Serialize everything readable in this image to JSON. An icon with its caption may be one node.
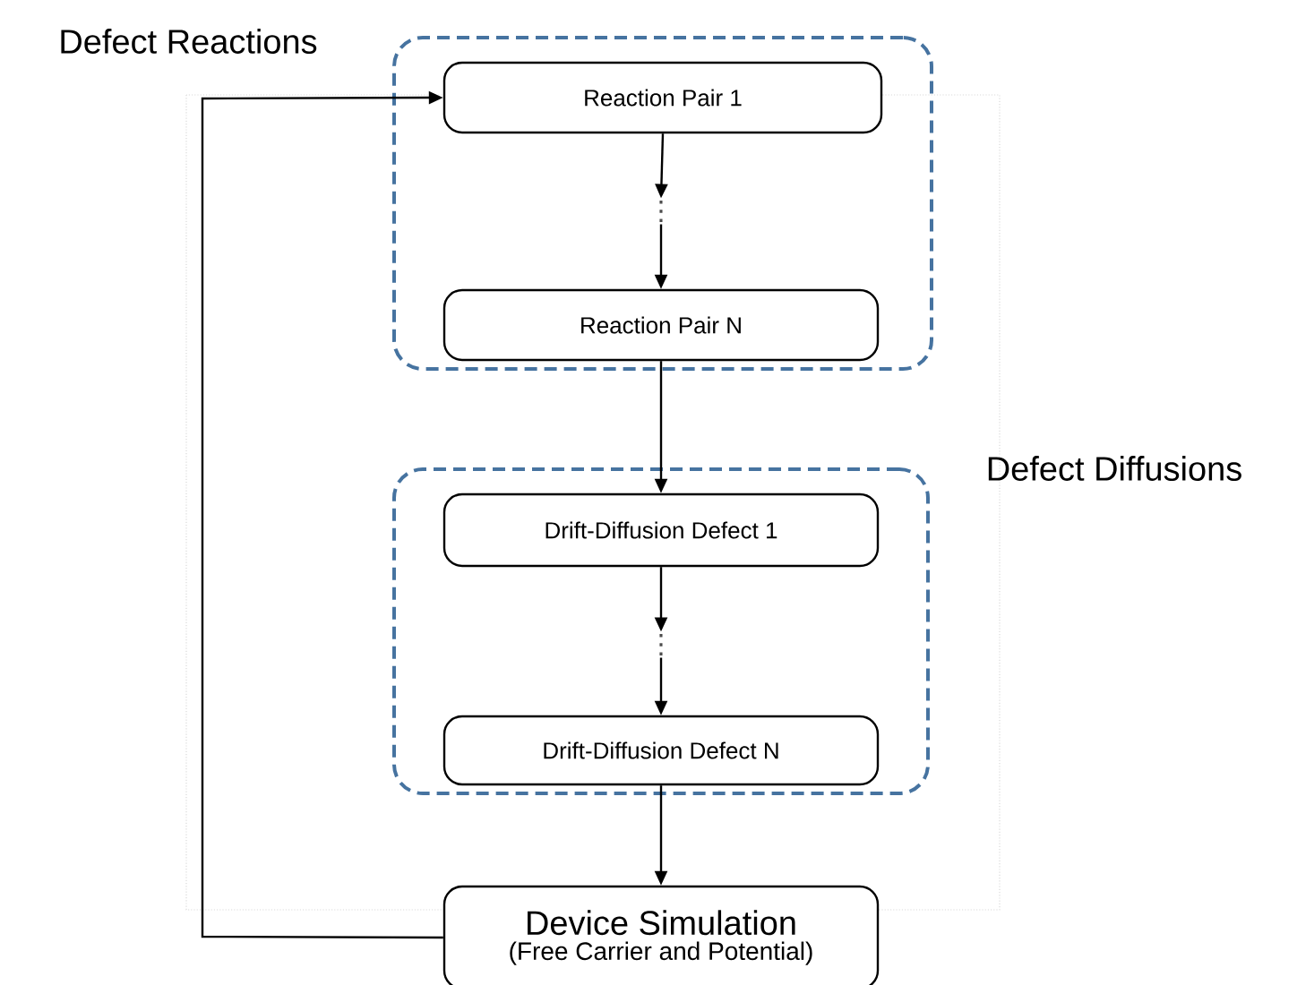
{
  "diagram": {
    "nodes": [
      {
        "text": [
          "Defect Reactions"
        ]
      },
      {
        "text": [
          "Reaction Pair 1"
        ],
        "in": 0
      },
      {
        "text": [
          "⋮"
        ],
        "in": 0
      },
      {
        "text": [
          "Reaction Pair N"
        ],
        "in": 0
      },
      {
        "text": [
          "Defect Diffusions"
        ]
      },
      {
        "text": [
          "Drift-Diffusion Defect 1"
        ],
        "in": 4
      },
      {
        "text": [
          "⋮"
        ],
        "in": 4
      },
      {
        "text": [
          "Drift-Diffusion Defect N"
        ],
        "in": 4
      },
      {
        "text": [
          "Device Simulation",
          "(Free Carrier and Potential)"
        ]
      }
    ],
    "edges": [
      {
        "from": 1,
        "to": 2,
        "arrow": "to"
      },
      {
        "from": 2,
        "to": 3,
        "arrow": "to"
      },
      {
        "from": 3,
        "to": 5,
        "arrow": "to"
      },
      {
        "from": 5,
        "to": 6,
        "arrow": "to"
      },
      {
        "from": 6,
        "to": 7,
        "arrow": "to"
      },
      {
        "from": 7,
        "to": 8,
        "arrow": "to"
      },
      {
        "from": 8,
        "to": 1,
        "arrow": "to"
      }
    ]
  }
}
